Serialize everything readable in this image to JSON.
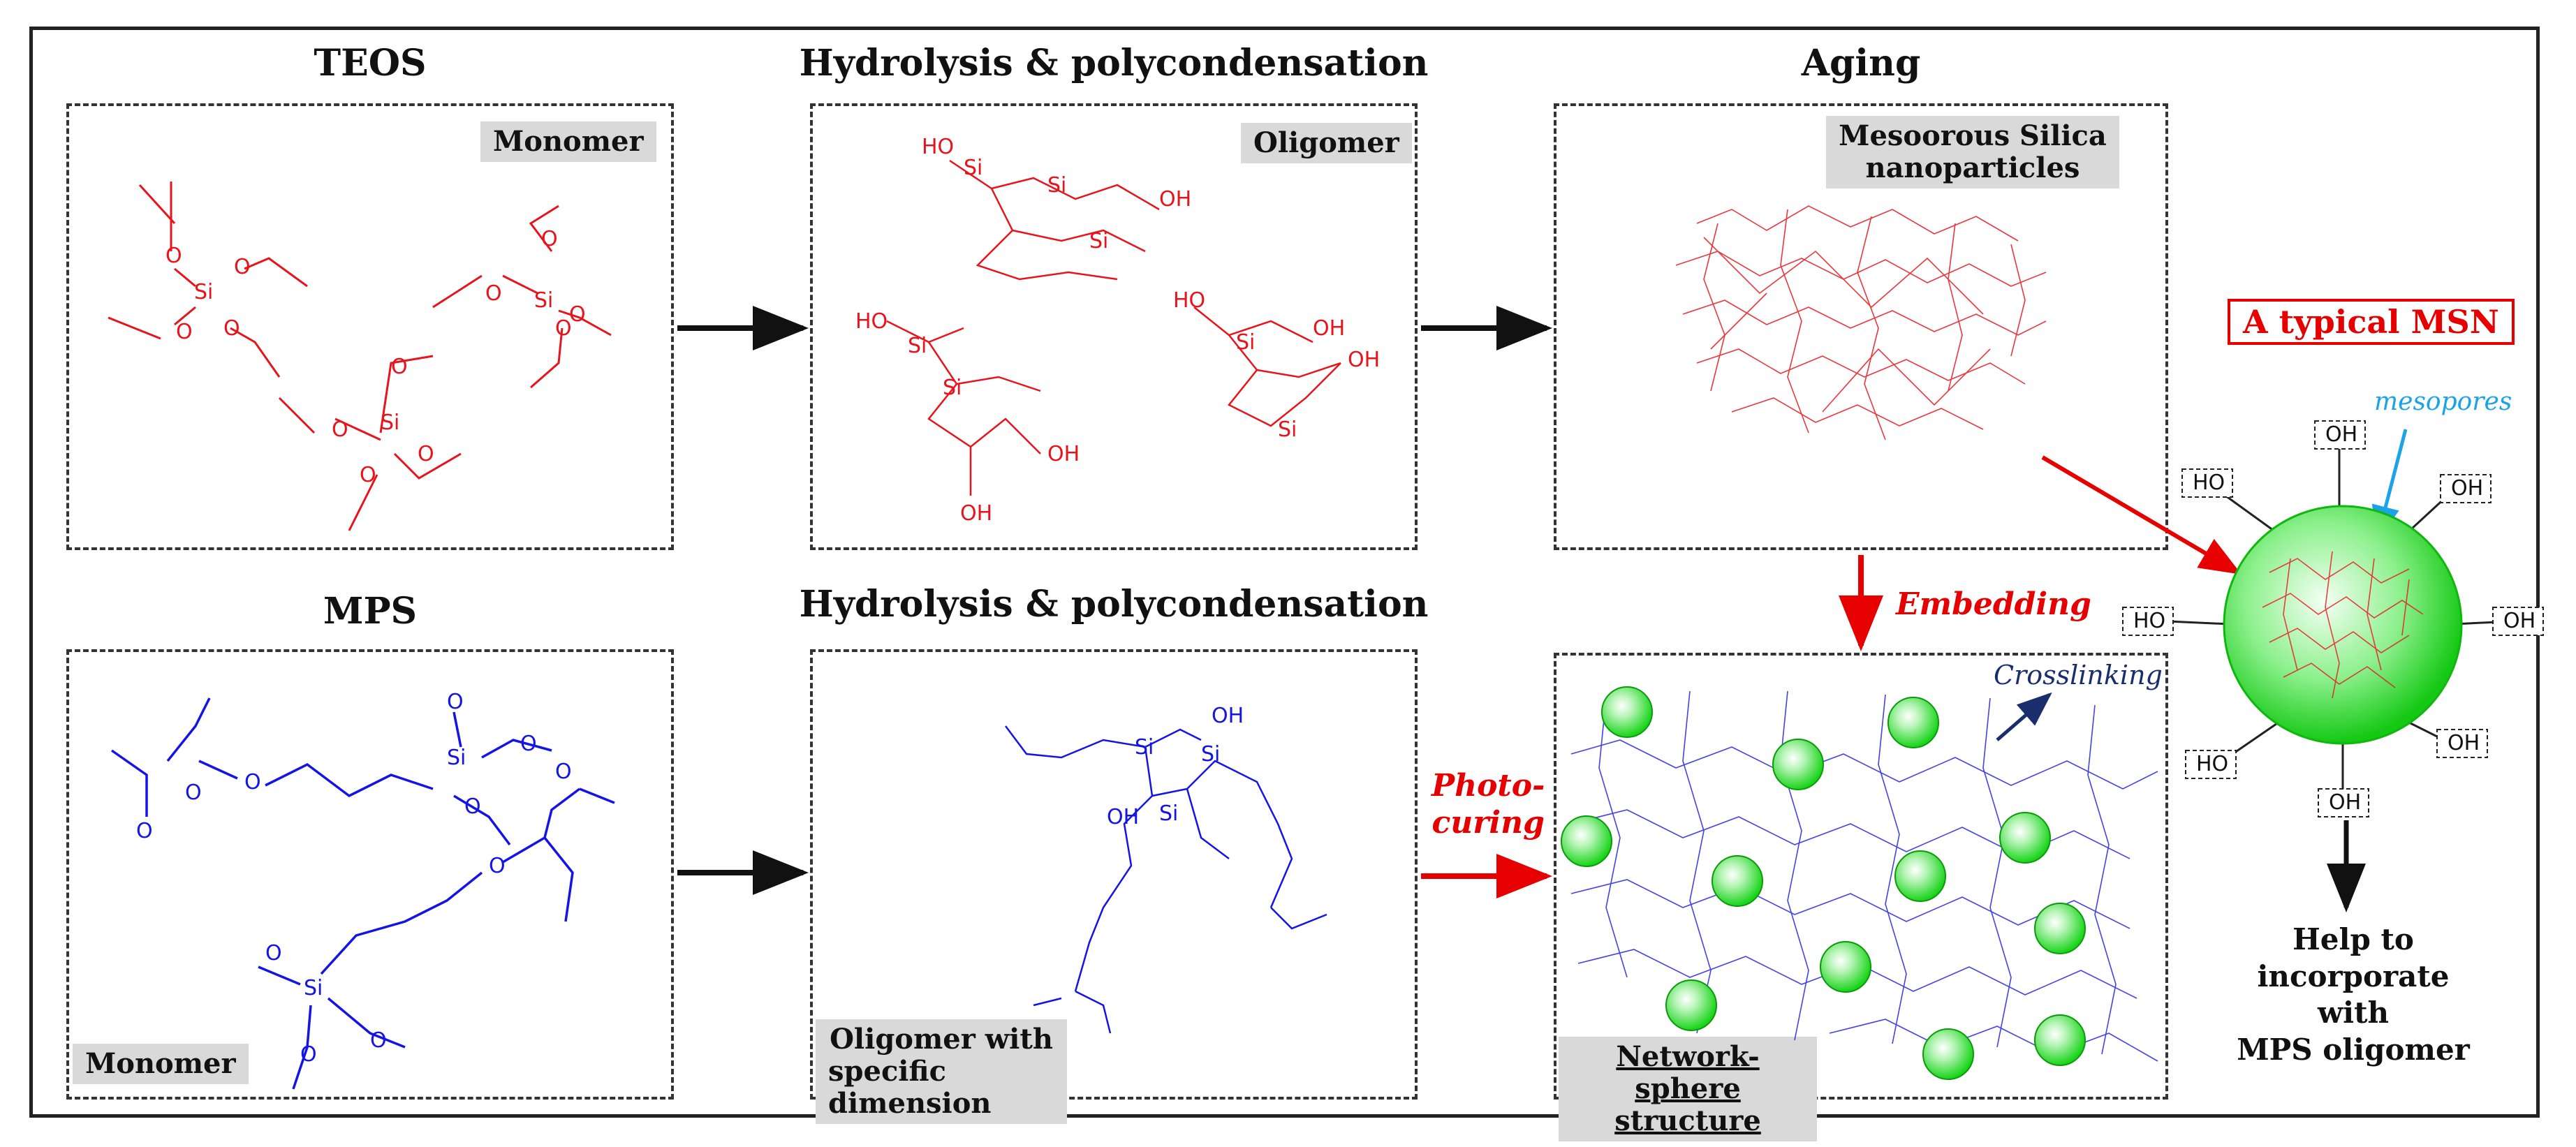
{
  "colors": {
    "teos": "#e8141c",
    "mps": "#1414e6",
    "arrow_black": "#111111",
    "arrow_red": "#e60000",
    "sphere": "#1ee61e",
    "mesopores": "#1aa3e6",
    "crosslink": "#1a2e6e"
  },
  "top_row": {
    "teos": {
      "title": "TEOS",
      "tag": "Monomer"
    },
    "hydrolysis": {
      "title": "Hydrolysis & polycondensation",
      "tag": "Oligomer"
    },
    "aging": {
      "title": "Aging",
      "tag_line1": "Mesoorous Silica",
      "tag_line2": "nanoparticles"
    }
  },
  "bottom_row": {
    "mps": {
      "title": "MPS",
      "tag": "Monomer"
    },
    "hydrolysis": {
      "title": "Hydrolysis & polycondensation",
      "tag_line1": "Oligomer with",
      "tag_line2": "specific dimension"
    },
    "network": {
      "tag_line1": "Network-sphere",
      "tag_line2": "structure",
      "crosslink_label": "Crosslinking"
    }
  },
  "arrows": {
    "embedding": "Embedding",
    "photo_line1": "Photo-",
    "photo_line2": "curing"
  },
  "msn": {
    "title": "A typical MSN",
    "mesopores": "mesopores",
    "oh": "OH",
    "ho": "HO",
    "help_line1": "Help to",
    "help_line2": "incorporate with",
    "help_line3": "MPS oligomer"
  },
  "atoms": {
    "si": "Si",
    "o": "O",
    "oh": "OH",
    "ho": "HO"
  }
}
